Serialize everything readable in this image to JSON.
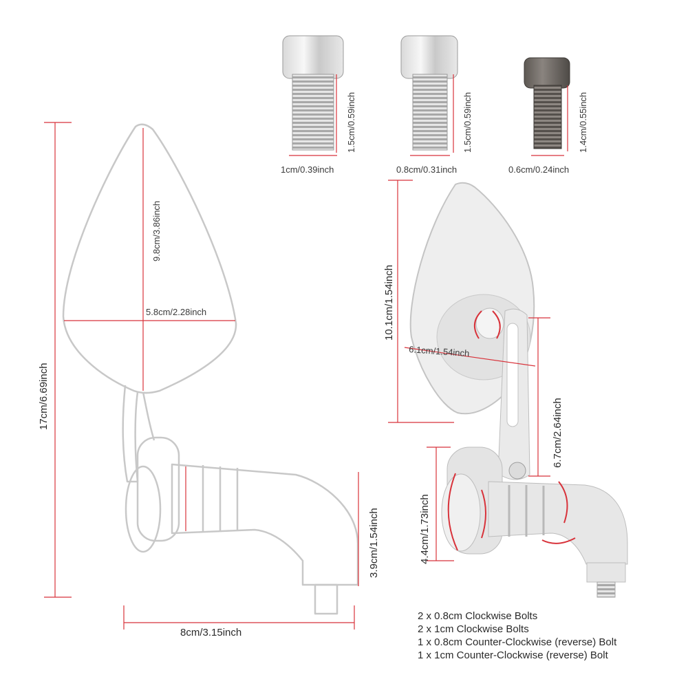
{
  "bolts": [
    {
      "diameter_label": "1cm/0.39inch",
      "length_label": "1.5cm/0.59inch"
    },
    {
      "diameter_label": "0.8cm/0.31inch",
      "length_label": "1.5cm/0.59inch"
    },
    {
      "diameter_label": "0.6cm/0.24inch",
      "length_label": "1.4cm/0.55inch"
    }
  ],
  "left_mirror": {
    "glass_height_label": "9.8cm/3.86inch",
    "glass_width_label": "5.8cm/2.28inch",
    "total_height_label": "17cm/6.69inch",
    "arm_height_label": "3.9cm/1.54inch",
    "total_width_label": "8cm/3.15inch"
  },
  "right_mirror": {
    "head_height_label": "10.1cm/1.54inch",
    "head_width_label": "6.1cm/1.54inch",
    "stem_height_label": "6.7cm/2.64inch",
    "base_height_label": "4.4cm/1.73inch"
  },
  "package_notes": [
    "2 x 0.8cm Clockwise Bolts",
    "2 x 1cm Clockwise Bolts",
    "1 x 0.8cm Counter-Clockwise (reverse) Bolt",
    "1 x 1cm Counter-Clockwise (reverse) Bolt"
  ],
  "colors": {
    "dimension_line": "#d8323a",
    "chrome_outline": "#c8c8c8",
    "bolt_dark": "#6f6a66"
  }
}
